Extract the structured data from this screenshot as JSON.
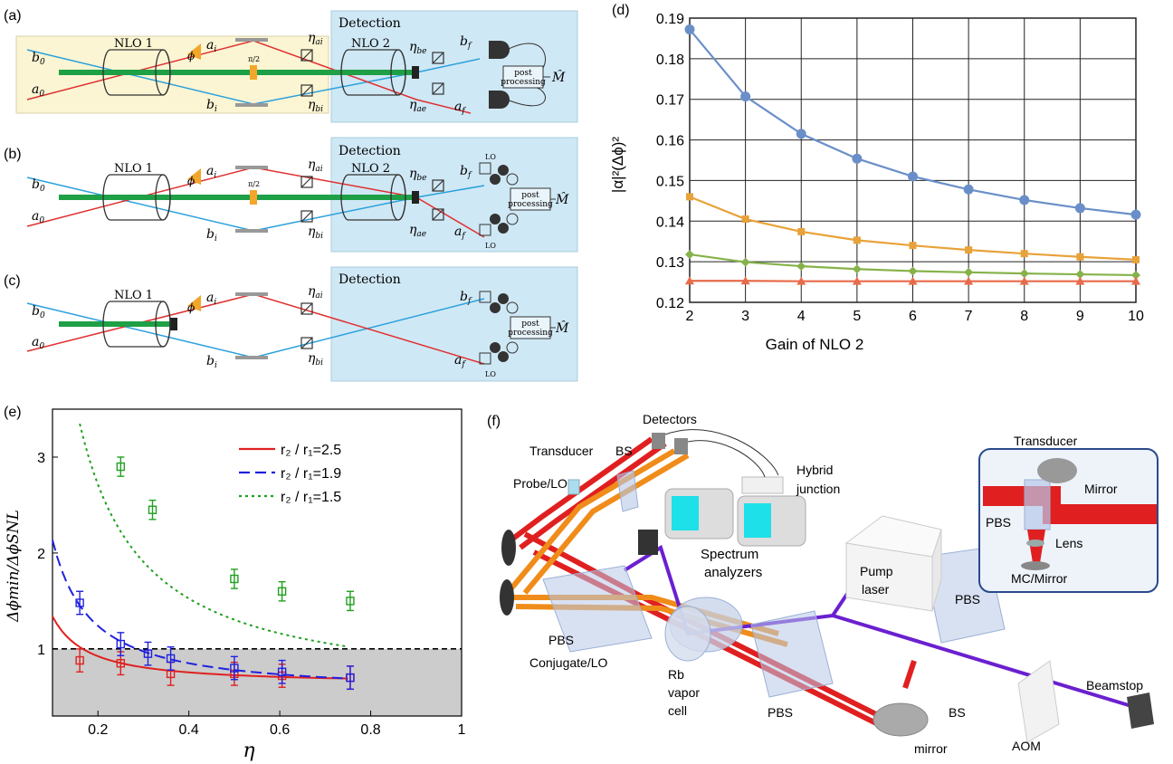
{
  "panel_labels": {
    "a": "(a)",
    "b": "(b)",
    "c": "(c)",
    "d": "(d)",
    "e": "(e)",
    "f": "(f)"
  },
  "schematic": {
    "detection": "Detection",
    "nlo1": "NLO 1",
    "nlo2": "NLO 2",
    "b0": "b",
    "b0_sub": "0",
    "a0": "a",
    "a0_sub": "0",
    "ai": "a",
    "ai_sub": "i",
    "bi": "b",
    "bi_sub": "i",
    "bf": "b",
    "bf_sub": "f",
    "af": "a",
    "af_sub": "f",
    "phi": "ϕ",
    "half_pi": "π/2",
    "eta": "η",
    "ai_eff": "ai",
    "bi_eff": "bi",
    "be_eff": "be",
    "ae_eff": "ae",
    "post1": "post",
    "post2": "processing",
    "M": "M̂",
    "lo": "LO"
  },
  "chart_data": [
    {
      "type": "line",
      "panel": "d",
      "xlabel": "Gain of NLO 2",
      "ylabel": "|α|²(Δϕ)²",
      "xlim": [
        2,
        10
      ],
      "ylim": [
        0.12,
        0.19
      ],
      "grid": true,
      "x_ticks": [
        "2",
        "3",
        "4",
        "5",
        "6",
        "7",
        "8",
        "9",
        "10"
      ],
      "y_ticks": [
        "0.12",
        "0.13",
        "0.14",
        "0.15",
        "0.16",
        "0.17",
        "0.18",
        "0.19"
      ],
      "x": [
        2,
        3,
        4,
        5,
        6,
        7,
        8,
        9,
        10
      ],
      "series": [
        {
          "marker": "circle",
          "color": "#6a8fc8",
          "values": [
            0.1872,
            0.1707,
            0.1615,
            0.1554,
            0.151,
            0.1478,
            0.1452,
            0.1432,
            0.1416
          ]
        },
        {
          "marker": "square",
          "color": "#e8a23a",
          "values": [
            0.146,
            0.1405,
            0.1374,
            0.1353,
            0.134,
            0.1329,
            0.132,
            0.1312,
            0.1305
          ]
        },
        {
          "marker": "diamond",
          "color": "#86b24a",
          "values": [
            0.1318,
            0.1299,
            0.1289,
            0.1282,
            0.1277,
            0.1274,
            0.1271,
            0.1269,
            0.1267
          ]
        },
        {
          "marker": "triangle",
          "color": "#e86a4a",
          "values": [
            0.1253,
            0.1253,
            0.1252,
            0.1252,
            0.1252,
            0.1252,
            0.1252,
            0.1252,
            0.1252
          ]
        }
      ]
    },
    {
      "type": "line",
      "panel": "e",
      "xlabel": "η",
      "ylabel": "Δϕmin/ΔϕSNL",
      "xlim": [
        0.1,
        1.0
      ],
      "ylim": [
        0.3,
        3.5
      ],
      "x_ticks": [
        "0.2",
        "0.4",
        "0.6",
        "0.8",
        "1"
      ],
      "y_ticks": [
        "1",
        "2",
        "3"
      ],
      "shot_noise_limit": 1,
      "series": [
        {
          "name": "r₂ / r₁=2.5",
          "color": "#e02020",
          "style": "solid",
          "points": [
            [
              0.16,
              0.88,
              0.12
            ],
            [
              0.25,
              0.85,
              0.12
            ],
            [
              0.36,
              0.74,
              0.12
            ],
            [
              0.5,
              0.74,
              0.12
            ],
            [
              0.605,
              0.72,
              0.12
            ],
            [
              0.755,
              0.7,
              0.12
            ]
          ]
        },
        {
          "name": "r₂ / r₁=1.9",
          "color": "#2020e0",
          "style": "dashed",
          "points": [
            [
              0.16,
              1.48,
              0.12
            ],
            [
              0.25,
              1.05,
              0.12
            ],
            [
              0.31,
              0.95,
              0.12
            ],
            [
              0.36,
              0.9,
              0.12
            ],
            [
              0.5,
              0.8,
              0.12
            ],
            [
              0.605,
              0.76,
              0.12
            ],
            [
              0.755,
              0.7,
              0.12
            ]
          ]
        },
        {
          "name": "r₂ / r₁=1.5",
          "color": "#20a020",
          "style": "dotted",
          "points": [
            [
              0.25,
              2.9,
              0.1
            ],
            [
              0.32,
              2.45,
              0.1
            ],
            [
              0.5,
              1.73,
              0.1
            ],
            [
              0.605,
              1.6,
              0.1
            ],
            [
              0.755,
              1.5,
              0.1
            ]
          ]
        }
      ]
    }
  ],
  "experiment": {
    "labels": {
      "detectors": "Detectors",
      "transducer": "Transducer",
      "bs": "BS",
      "hybrid1": "Hybrid",
      "hybrid2": "junction",
      "probe": "Probe/LO",
      "spectrum1": "Spectrum",
      "spectrum2": "analyzers",
      "pump1": "Pump",
      "pump2": "laser",
      "pbs": "PBS",
      "conjugate": "Conjugate/LO",
      "rb1": "Rb",
      "rb2": "vapor",
      "rb3": "cell",
      "mirror": "mirror",
      "aom": "AOM",
      "beamstop": "Beamstop"
    },
    "inset": {
      "transducer": "Transducer",
      "mirror": "Mirror",
      "pbs": "PBS",
      "lens": "Lens",
      "mc": "MC/Mirror"
    }
  }
}
